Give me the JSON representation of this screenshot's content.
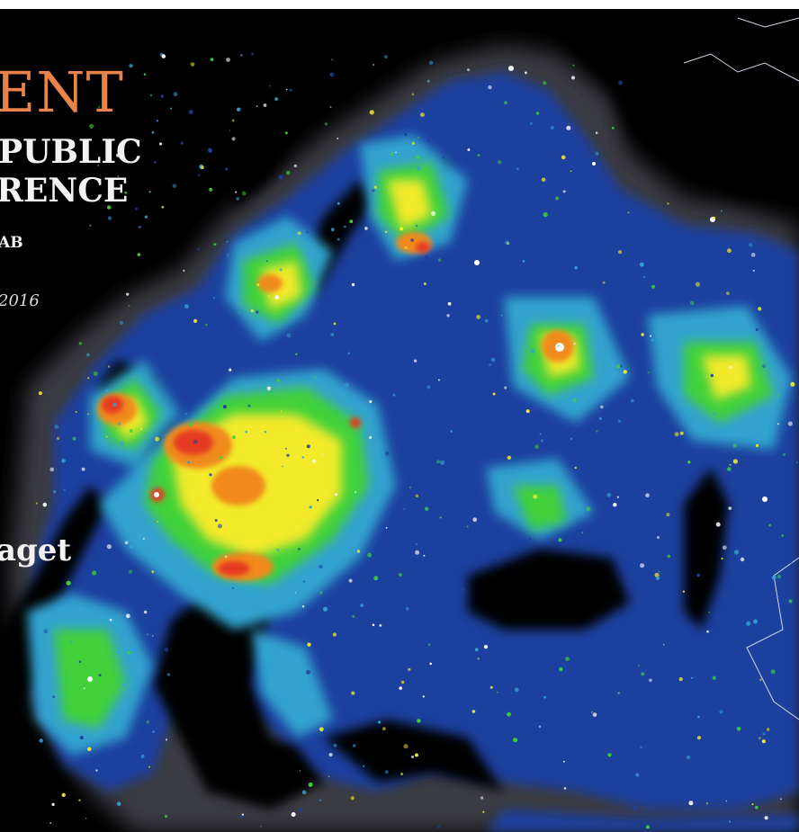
{
  "map": {
    "palette": {
      "background": "#000000",
      "halo": "#3a3a42",
      "low": "#1f3f9e",
      "mid": "#33a3cf",
      "green": "#3fd13a",
      "yellow": "#f2ea2a",
      "orange": "#f08a1c",
      "red": "#e43a20",
      "white": "#ffffff",
      "border": "#cfd6e6"
    },
    "legend_text": {
      "title_fragment": "ENT",
      "line_2": "PUBLIC",
      "line_3": "RENCE",
      "line_4": "AB",
      "date_fragment": "2016",
      "author_fragment": "aget"
    }
  }
}
